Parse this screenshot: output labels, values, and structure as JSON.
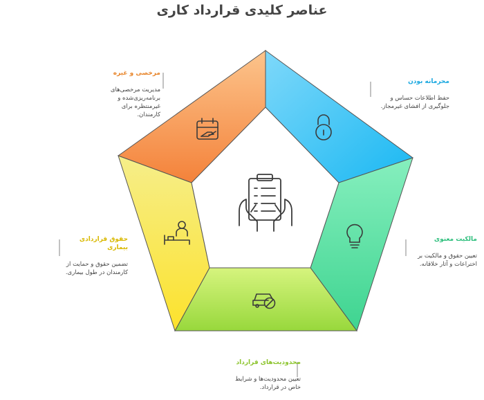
{
  "title": "عناصر کلیدی قرارداد کاری",
  "colors": {
    "orange": "#f48c3c",
    "blue": "#2bc4f4",
    "green": "#4cd89a",
    "lime": "#a4e04c",
    "yellow": "#fbe84c",
    "stroke": "#3a3a3a"
  },
  "sections": {
    "leave": {
      "heading": "مرخصی و غیره",
      "desc": "مدیریت مرخصی‌های برنامه‌ریزی‌شده و غیرمنتظره برای کارمندان.",
      "icon": "calendar-hand-icon",
      "heading_color": "#e8862c"
    },
    "confidentiality": {
      "heading": "محرمانه بودن",
      "desc": "حفظ اطلاعات حساس و جلوگیری از افشای غیرمجاز.",
      "icon": "lock-icon",
      "heading_color": "#1aa8e0"
    },
    "ip": {
      "heading": "مالکیت معنوی",
      "desc": "تعیین حقوق و مالکیت بر اختراعات و آثار خلاقانه.",
      "icon": "lightbulb-icon",
      "heading_color": "#2ebf7d"
    },
    "limits": {
      "heading": "محدودیت‌های قرارداد",
      "desc": "تعیین محدودیت‌ها و شرایط خاص در قرارداد.",
      "icon": "no-car-icon",
      "heading_color": "#8cc42c"
    },
    "sick": {
      "heading": "حقوق قراردادی بیماری",
      "desc": "تضمین حقوق و حمایت از کارمندان در طول بیماری.",
      "icon": "patient-bed-icon",
      "heading_color": "#d9b800"
    }
  },
  "center_icon": "hands-clipboard-icon"
}
